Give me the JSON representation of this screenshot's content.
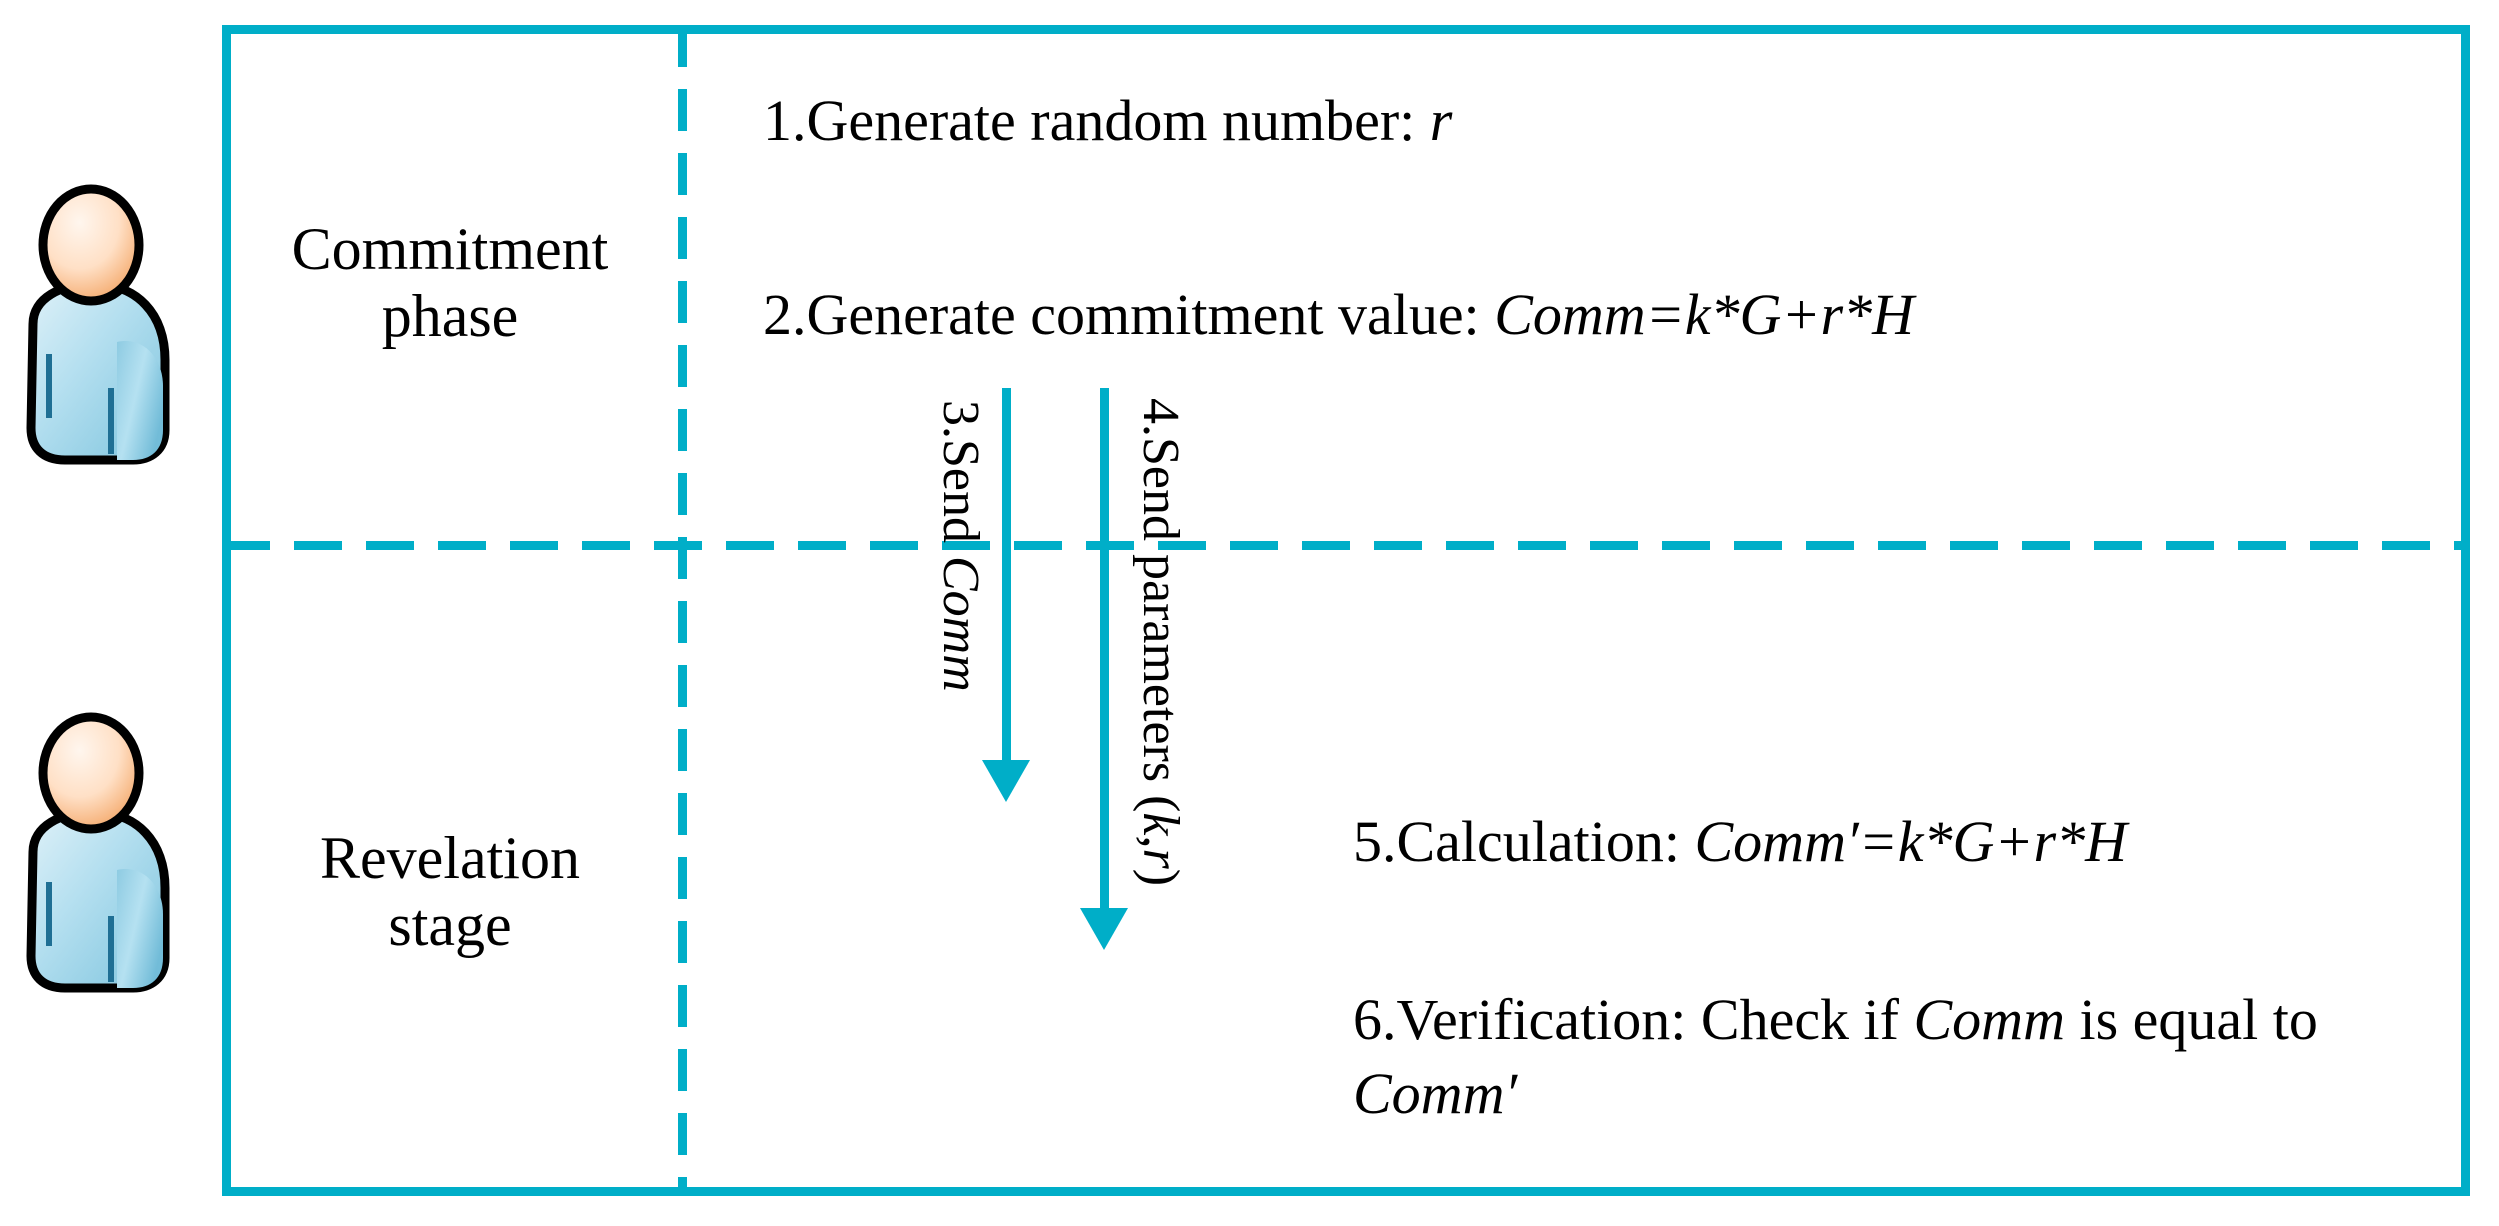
{
  "diagram": {
    "title": "Commitment scheme protocol flow",
    "colors": {
      "frame": "#00aec8",
      "arrow": "#00aec8",
      "divider": "#00aec8",
      "text": "#000000",
      "avatar_head": "#ffd9bd",
      "avatar_body": "#a9dcef",
      "avatar_collar": "#5aa8cc",
      "avatar_outline": "#000000"
    }
  },
  "phases": [
    {
      "id": "commitment",
      "label": "Commitment\nphase"
    },
    {
      "id": "revelation",
      "label": "Revelation\nstage"
    }
  ],
  "steps": {
    "step1": {
      "number": "1.",
      "text": "Generate random number: ",
      "formula": "r"
    },
    "step2": {
      "number": "2.",
      "text": "Generate commitment value: ",
      "formula": "Comm=k*G+r*H"
    },
    "step5": {
      "number": "5.",
      "text": "Calculation: ",
      "formula": "Comm′=k*G+r*H"
    },
    "step6": {
      "number": "6.",
      "text_a": "Verification: Check if ",
      "formula_a": "Comm",
      "text_b": " is equal to ",
      "formula_b": "Comm′"
    }
  },
  "arrows": [
    {
      "id": "send-comm",
      "number": "3.",
      "label_text": "Send ",
      "label_formula": "Comm",
      "direction": "down"
    },
    {
      "id": "send-parameters",
      "number": "4.",
      "label_text": "Send parameters (",
      "label_formula": "k",
      "label_text_b": ",",
      "label_formula_b": "r",
      "label_text_c": ")",
      "direction": "down"
    }
  ],
  "actors": [
    {
      "id": "prover",
      "icon": "person-icon"
    },
    {
      "id": "verifier",
      "icon": "person-icon"
    }
  ]
}
